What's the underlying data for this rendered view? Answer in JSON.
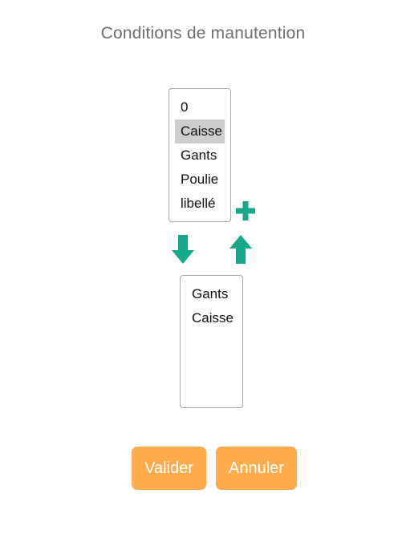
{
  "title": "Conditions de manutention",
  "source_list": {
    "options": [
      "0",
      "Caisse",
      "Gants",
      "Poulie",
      "libellé"
    ],
    "selected": "Caisse"
  },
  "target_list": {
    "options": [
      "Gants",
      "Caisse"
    ]
  },
  "icons": {
    "add": "plus-icon",
    "move_down": "arrow-down-icon",
    "move_up": "arrow-up-icon",
    "color": "#16a88a"
  },
  "buttons": {
    "validate_label": "Valider",
    "cancel_label": "Annuler",
    "color": "#ffad4c"
  }
}
